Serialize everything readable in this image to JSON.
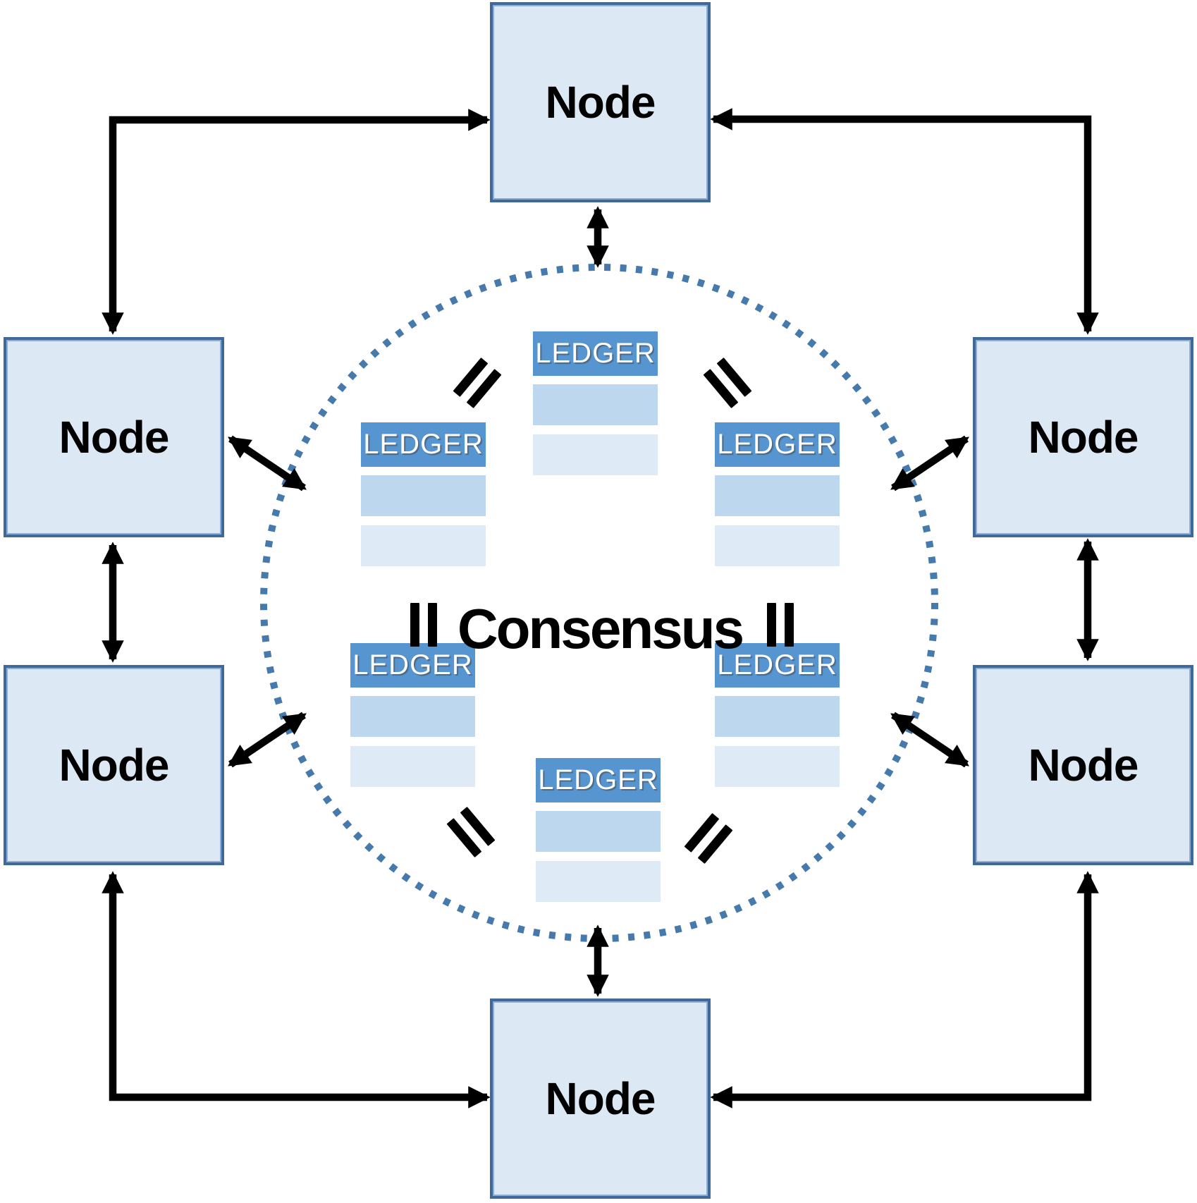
{
  "diagram": {
    "type": "blockchain-consensus-network",
    "center": {
      "label": "Consensus"
    },
    "nodes": [
      {
        "id": "node-top",
        "label": "Node"
      },
      {
        "id": "node-upper-left",
        "label": "Node"
      },
      {
        "id": "node-lower-left",
        "label": "Node"
      },
      {
        "id": "node-upper-right",
        "label": "Node"
      },
      {
        "id": "node-lower-right",
        "label": "Node"
      },
      {
        "id": "node-bottom",
        "label": "Node"
      }
    ],
    "ledgers": [
      {
        "id": "ledger-top",
        "label": "LEDGER",
        "rows": 2
      },
      {
        "id": "ledger-upper-left",
        "label": "LEDGER",
        "rows": 2
      },
      {
        "id": "ledger-upper-right",
        "label": "LEDGER",
        "rows": 2
      },
      {
        "id": "ledger-lower-left",
        "label": "LEDGER",
        "rows": 2
      },
      {
        "id": "ledger-lower-right",
        "label": "LEDGER",
        "rows": 2
      },
      {
        "id": "ledger-bottom",
        "label": "LEDGER",
        "rows": 2
      }
    ],
    "equals_marks": 6,
    "connections": {
      "node_to_node_arrows": 8,
      "node_to_consensus_arrows": 4,
      "style": "double-headed"
    },
    "colors": {
      "node_fill": "#dde8f5",
      "node_border": "#3f689b",
      "ledger_header": "#5795d1",
      "ledger_row_medium": "#bdd7ee",
      "ledger_row_light": "#dfeaf7",
      "circle_dots": "#4679ac",
      "arrows": "#000000",
      "text": "#000000"
    }
  }
}
